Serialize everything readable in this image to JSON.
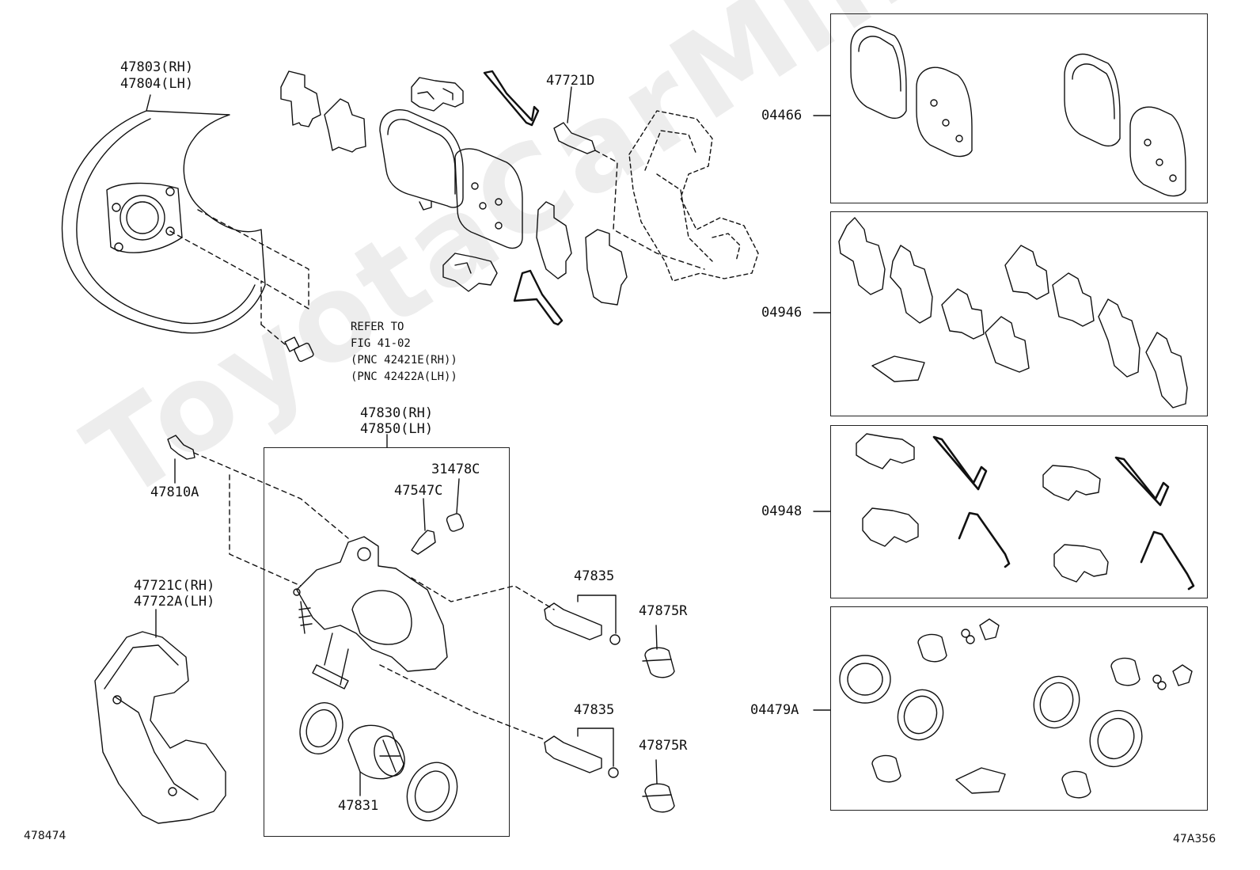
{
  "watermark": "ToyotaCarMine.ru",
  "labels": {
    "p47803": "47803(RH)",
    "p47804": "47804(LH)",
    "p47721d": "47721D",
    "note_refer": "REFER TO",
    "note_fig": "FIG 41-02",
    "note_pnc_rh": "(PNC 42421E(RH))",
    "note_pnc_lh": "(PNC 42422A(LH))",
    "p47830": "47830(RH)",
    "p47850": "47850(LH)",
    "p31478c": "31478C",
    "p47547c": "47547C",
    "p47810a": "47810A",
    "p47721c": "47721C(RH)",
    "p47722a": "47722A(LH)",
    "p47835_top": "47835",
    "p47875r_top": "47875R",
    "p47835_bottom": "47835",
    "p47875r_bottom": "47875R",
    "p47831": "47831",
    "p04466": "04466",
    "p04946": "04946",
    "p04948": "04948",
    "p04479a": "04479A",
    "fig_left": "478474",
    "fig_right": "47A356"
  }
}
